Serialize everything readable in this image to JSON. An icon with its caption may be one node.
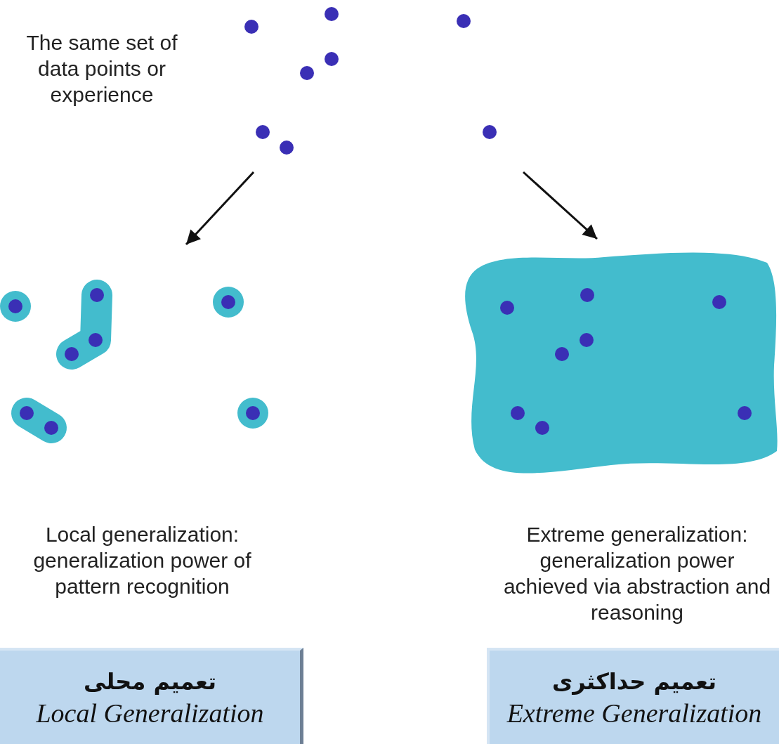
{
  "diagram": {
    "nodes": [
      {
        "text": [],
        "shape": "picture"
      },
      {
        "text": [],
        "shape": "picture"
      },
      {
        "text": [],
        "shape": "picture"
      },
      {
        "text": [
          "تعمیم محلی",
          "Local Generalization"
        ]
      },
      {
        "text": [
          "تعمیم حداکثری",
          "Extreme Generalization"
        ]
      }
    ],
    "edges": [
      {
        "from": 0,
        "to": 1,
        "arrow": "to"
      },
      {
        "from": 0,
        "to": 2,
        "arrow": "to"
      }
    ],
    "labels": [
      "The same set of data points or experience",
      "Local generalization: generalization power of pattern recognition",
      "Extreme generalization: generalization power achieved via abstraction and reasoning"
    ]
  }
}
